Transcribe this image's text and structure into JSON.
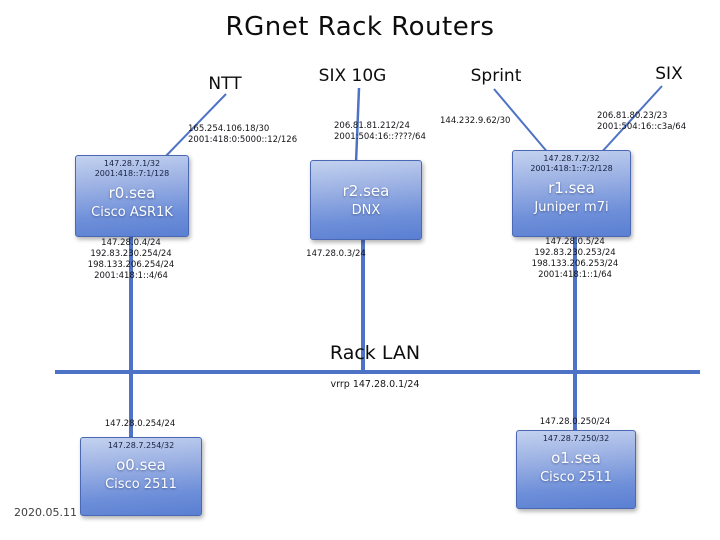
{
  "title": "RGnet Rack Routers",
  "date": "2020.05.11",
  "uplinks": {
    "ntt": {
      "label": "NTT",
      "addresses": [
        "165.254.106.18/30",
        "2001:418:0:5000::12/126"
      ]
    },
    "six10g": {
      "label": "SIX 10G",
      "addresses": [
        "206.81.81.212/24",
        "2001:504:16::????/64"
      ]
    },
    "sprint": {
      "label": "Sprint",
      "addresses": [
        "144.232.9.62/30"
      ]
    },
    "six": {
      "label": "SIX",
      "addresses": [
        "206.81.80.23/23",
        "2001:504:16::c3a/64"
      ]
    }
  },
  "nodes": {
    "r0": {
      "name": "r0.sea",
      "model": "Cisco ASR1K",
      "loopbacks": [
        "147.28.7.1/32",
        "2001:418::7:1/128"
      ],
      "lan": [
        "147.28.0.4/24",
        "192.83.230.254/24",
        "198.133.206.254/24",
        "2001:418:1::4/64"
      ]
    },
    "r2": {
      "name": "r2.sea",
      "model": "DNX",
      "lan": [
        "147.28.0.3/24"
      ]
    },
    "r1": {
      "name": "r1.sea",
      "model": "Juniper m7i",
      "loopbacks": [
        "147.28.7.2/32",
        "2001:418:1::7:2/128"
      ],
      "lan": [
        "147.28.0.5/24",
        "192.83.230.253/24",
        "198.133.206.253/24",
        "2001:418:1::1/64"
      ]
    },
    "o0": {
      "name": "o0.sea",
      "model": "Cisco 2511",
      "lan_address": "147.28.0.254/24",
      "loopback": "147.28.7.254/32"
    },
    "o1": {
      "name": "o1.sea",
      "model": "Cisco 2511",
      "lan_address": "147.28.0.250/24",
      "loopback": "147.28.7.250/32"
    }
  },
  "rack_lan": {
    "label": "Rack LAN",
    "vrrp": "vrrp 147.28.0.1/24"
  },
  "colors": {
    "line": "#4e73c6",
    "box_border": "#4a68b4",
    "box_top": "#c3d2ef",
    "box_bottom": "#5a7fd2"
  }
}
